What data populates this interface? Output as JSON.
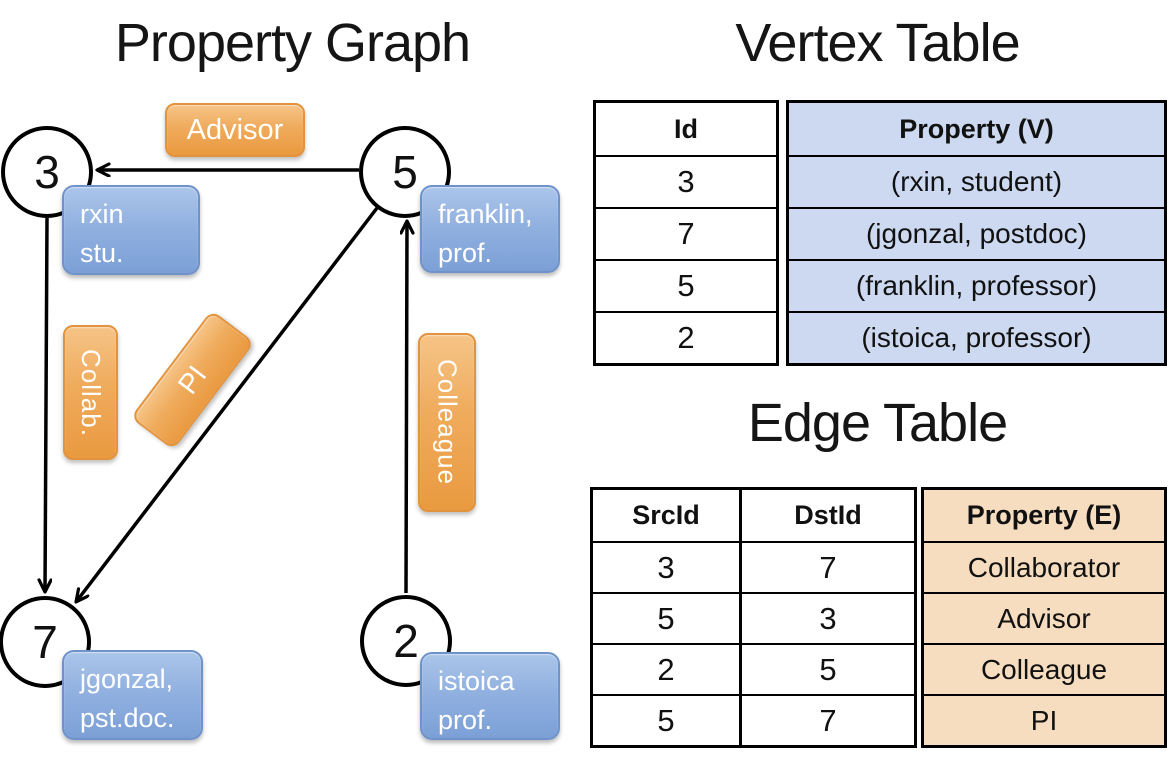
{
  "graph": {
    "title": "Property Graph",
    "nodes": [
      {
        "label": "3"
      },
      {
        "label": "5"
      },
      {
        "label": "7"
      },
      {
        "label": "2"
      }
    ],
    "edge_labels": {
      "advisor": "Advisor",
      "collab": "Collab.",
      "pi": "PI",
      "colleague": "Colleague"
    },
    "vertex_cards": [
      {
        "line1": "rxin",
        "line2": "stu."
      },
      {
        "line1": "franklin,",
        "line2": "prof."
      },
      {
        "line1": "jgonzal,",
        "line2": "pst.doc."
      },
      {
        "line1": "istoica",
        "line2": "prof."
      }
    ]
  },
  "vertex_table": {
    "title": "Vertex Table",
    "id_header": "Id",
    "property_header": "Property (V)",
    "rows": [
      {
        "id": "3",
        "property": "(rxin, student)"
      },
      {
        "id": "7",
        "property": "(jgonzal, postdoc)"
      },
      {
        "id": "5",
        "property": "(franklin, professor)"
      },
      {
        "id": "2",
        "property": "(istoica, professor)"
      }
    ]
  },
  "edge_table": {
    "title": "Edge Table",
    "src_header": "SrcId",
    "dst_header": "DstId",
    "property_header": "Property (E)",
    "rows": [
      {
        "src": "3",
        "dst": "7",
        "property": "Collaborator"
      },
      {
        "src": "5",
        "dst": "3",
        "property": "Advisor"
      },
      {
        "src": "2",
        "dst": "5",
        "property": "Colleague"
      },
      {
        "src": "5",
        "dst": "7",
        "property": "PI"
      }
    ]
  },
  "colors": {
    "edge_label_fill": "#efa853",
    "edge_label_border": "#e2933e",
    "vertex_card_fill": "#8fafdf",
    "vertex_card_border": "#6e93cb",
    "vertex_property_bg": "#ccd9f0",
    "edge_property_bg": "#f6ddc0",
    "table_border": "#000000",
    "edge_stroke": "#000000"
  }
}
